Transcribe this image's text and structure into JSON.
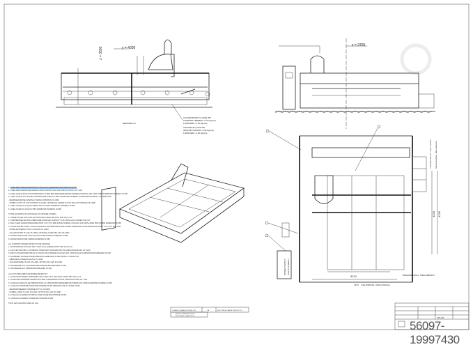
{
  "drawing": {
    "top_left_view": {
      "y_dim": "y = 4330",
      "z_dim": "z = 3330",
      "section_label": "SEZIONE A-A",
      "foundation_notes": [
        "CALCESTRUZZO CLASSE 250",
        "TENSIONE TERRENO = 100 Kg/cmq",
        "K WINKLER = 4,00 Kg/cmq",
        "CONCRETE CLASS 250",
        "GROUND TENSION = 100 Kg/cmq",
        "K WINKLER = 4,00 Kg/cmq"
      ]
    },
    "top_right_view": {
      "x_dim": "x = 3765"
    },
    "plan_view": {
      "table_dim": "3210",
      "passage_dim": "4379",
      "passage_label": "LUCE APERTURA - USEFUL PASSAGE",
      "table_label": "DIMENSIONI TAVOLA - TABLE DIMENSION",
      "depth_dim_1": "4200",
      "depth_dim_2": "4130",
      "side_label_1": "LUCE APERTURA UTILE - USEFUL OPENING",
      "side_label_2": "DIMENSIONI TAVOLA - TABLE DIMENSION",
      "power_box_label": "POWER SUPPLY",
      "power_box_label_2": "PUNTO ALIMENT."
    },
    "notes": [
      {
        "n": "1.",
        "text": "LINEA ELETTRICA TRIFASE 400 V 50Hz 3F+T (SEZIONE CAVO MIN 4x16 mm2)",
        "highlight": true
      },
      {
        "n": "2.",
        "text": "LINEA ARIA PRESSIONE MINIMA 6 BAR PORTATA MAX 150 L/MIN ATTACCO 1/2\" GAS"
      },
      {
        "n": "3.",
        "text": "LINEA ACQUA RICICLATA PRESSIONE 2-3 BAR PER REFRIGERAZIONE ESTERNA PORTATA 100 L/MIN TUBO DIAMETRO INTERNO 32 MM"
      },
      {
        "n": "4.",
        "text": "LINEA ACQUA PULITA PER ASSORBITORE CARICO TUBO DIAMETRO INTERNO 20 MM PRESSIONE DA 3 A 5 BAR PER:"
      },
      {
        "n": "",
        "text": "- REFRIGERAZIONE INTERNA UTENSILI PORTATA 15 L/MIN"
      },
      {
        "n": "",
        "text": "- POMPA VUOTO 75 m3/h PORTATA 15 L/MIN, OPZIONALE POMPA VUOTO 250 m3/h PORTATA 25 L/MIN"
      },
      {
        "n": "5.",
        "text": "LINEA SCARICO ACQUA POMPA VUOTO TUBO DIAMETRO INTERNO 32 MM"
      },
      {
        "n": "6.",
        "text": "LINEA SCARICO ACQUA TUBO DIAMETRO INTERNO 32 MM"
      },
      {
        "n": "",
        "text": "TUTTE LE MATRICI DI APPOGGIO DA FISSARE A TERRA",
        "head": true
      },
      {
        "n": "1.",
        "text": "THREE PHASE 400V 50Hz 3P+GROUND CABLE SECTION MIN 4x16 mm2"
      },
      {
        "n": "2.",
        "text": "COMPRESSED AIR MIN. PRESSURE 6 BAR MAX CAPACITY 150 L/MIN GAS CONNECTION 1/2\""
      },
      {
        "n": "3.",
        "text": "RECYCLED WATER PRESSURE FROM 2 UP TO 3 BAR FOR EXTERNAL COOLING 100 L/MIN HOSE PIPE INSIDE DIAMETER 32 MM"
      },
      {
        "n": "4.",
        "text": "CLEAR WATER SUPPLY FROM PRINCIPAL WATERWORKS PIPE INSIDE DIAMETER 20 MM PRESSURE FROM 3 UP TO 5 BAR FOR:"
      },
      {
        "n": "",
        "text": "- SPINDLE INTERNAL TOOL COOLING 15 L/MIN"
      },
      {
        "n": "",
        "text": "- VACUUM PUMP 75 m3/h 15 L/MIN, OPTIONAL PUMP 250 m3/h 25 L/MIN"
      },
      {
        "n": "5.",
        "text": "WATER DRAIN PIPE FOR VACUUM PUMP INSIDE DIAMETER 32 MM"
      },
      {
        "n": "6.",
        "text": "WATER DRAIN PIPE INSIDE DIAMETER 32 MM"
      },
      {
        "n": "",
        "text": "ALL SUPPORT FRAMES FIXED TO THE GROUND",
        "head": true
      },
      {
        "n": "1.",
        "text": "ELEKTRISCHE LEITUNG 400 V 50Hz 3F+E QUERSCHNITT MIN 4x16 mm2"
      },
      {
        "n": "2.",
        "text": "LUFTLEITUNG MIN. LUFTDRUCK 6 BAR MAX. DURCHFLUSS 150 L/MIN ANSCHLUSS 1/2\" GAS"
      },
      {
        "n": "3.",
        "text": "RECYCLINGWASSER DRUCK 2-3 BAR FUR AUSSERE KUHLUNG 100 L/MIN SCHLAUCHINNENDURCHMESSER 32 MM"
      },
      {
        "n": "4.",
        "text": "SAUBERES WASSER ROHRINNENDURCHMESSER 20 MM DRUCK 3-5 BAR FUR:"
      },
      {
        "n": "",
        "text": "- WERKZEUG INNENKUHLUNG 15 L/MIN"
      },
      {
        "n": "",
        "text": "- VAKUUMPUMPE 75 m3/h 15 L/MIN, OPTION 250 m3/h 25 L/MIN"
      },
      {
        "n": "5.",
        "text": "WASSERABLAUF VAKUUMPUMPE INNENDURCHMESSER 32 MM"
      },
      {
        "n": "6.",
        "text": "WASSERABLAUF INNENDURCHMESSER 32 MM"
      },
      {
        "n": "",
        "text": "ALLE STUTZRAHMEN AM BODEN BEFESTIGT",
        "head": true
      },
      {
        "n": "1.",
        "text": "LIGNE ELECTRIQUE TRIPHASEE 400 V 50Hz 3P+T SECTION CABLE MIN 4x16 mm2"
      },
      {
        "n": "2.",
        "text": "LIGNE AIR COMPRIME PRESSION 6 BAR CONSOMMATION 150 L/MIN RACCORD 1/2\" GAS"
      },
      {
        "n": "3.",
        "text": "LIGNE EAU RECYCLEE PRESSION DE 2 A 3 BAR REFROIDISSEMENT EXTERNE 100 L/MIN DIAMETRE INTERNE 32 MM"
      },
      {
        "n": "4.",
        "text": "LIGNE EAU PROPRE DIAMETRE INTERNE 20 MM PRESSION DE 3 A 5 BAR POUR:"
      },
      {
        "n": "",
        "text": "- REFROIDISSEMENT INTERNE OUTILS 15 L/MIN"
      },
      {
        "n": "",
        "text": "- POMPE A VIDE 75 m3/h 15 L/MIN, OPTION 250 m3/h 25 L/MIN"
      },
      {
        "n": "5.",
        "text": "LIGNE ECOULEMENT POMPE A VIDE DIAMETRE INTERNE 32 MM"
      },
      {
        "n": "6.",
        "text": "LIGNE ECOULEMENT DIAMETRE INTERNE 32 MM"
      },
      {
        "n": "",
        "text": "TOUS LES CHASSIS FIXES AU SOL",
        "head": true
      }
    ],
    "legend_table": {
      "c1": "CLIMATE: LINEA ELETTRICA T.10",
      "c2": "3 A",
      "c3": "ELECTRICAL CABLE LENGTH T.10",
      "symbol_it": "ATTACCO LINEA ELETTRICA",
      "symbol_en": "ELECTRICAL CONNECTION"
    },
    "title_block": {
      "code": "BT.A.R"
    },
    "watermark": "56097-19997430"
  }
}
